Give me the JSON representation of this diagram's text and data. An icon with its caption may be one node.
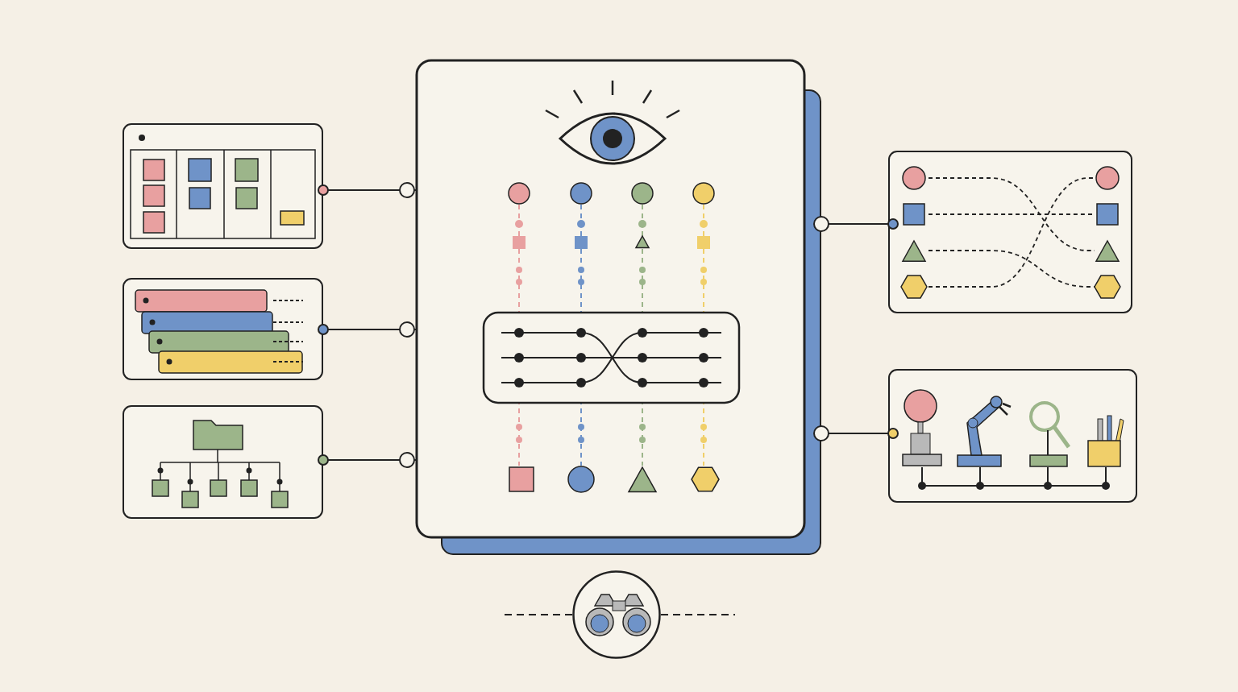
{
  "diagram": {
    "nodes": [
      {
        "text": [],
        "shape": "box"
      },
      {
        "text": [],
        "shape": "box"
      },
      {
        "text": [],
        "shape": "box"
      },
      {
        "text": [],
        "shape": "box"
      },
      {
        "text": [],
        "shape": "box"
      },
      {
        "text": [],
        "shape": "box"
      },
      {
        "text": [],
        "shape": "circle"
      }
    ],
    "edges": [
      {
        "from": 0,
        "to": 3,
        "arrow": "other"
      },
      {
        "from": 1,
        "to": 3,
        "arrow": "other"
      },
      {
        "from": 2,
        "to": 3,
        "arrow": "other"
      },
      {
        "from": 3,
        "to": 4,
        "arrow": "other"
      },
      {
        "from": 3,
        "to": 5,
        "arrow": "other"
      },
      {
        "from": 6,
        "to": null,
        "arrow": "none",
        "style": "dashed"
      },
      {
        "from": 6,
        "to": null,
        "arrow": "none",
        "style": "dashed"
      }
    ]
  }
}
